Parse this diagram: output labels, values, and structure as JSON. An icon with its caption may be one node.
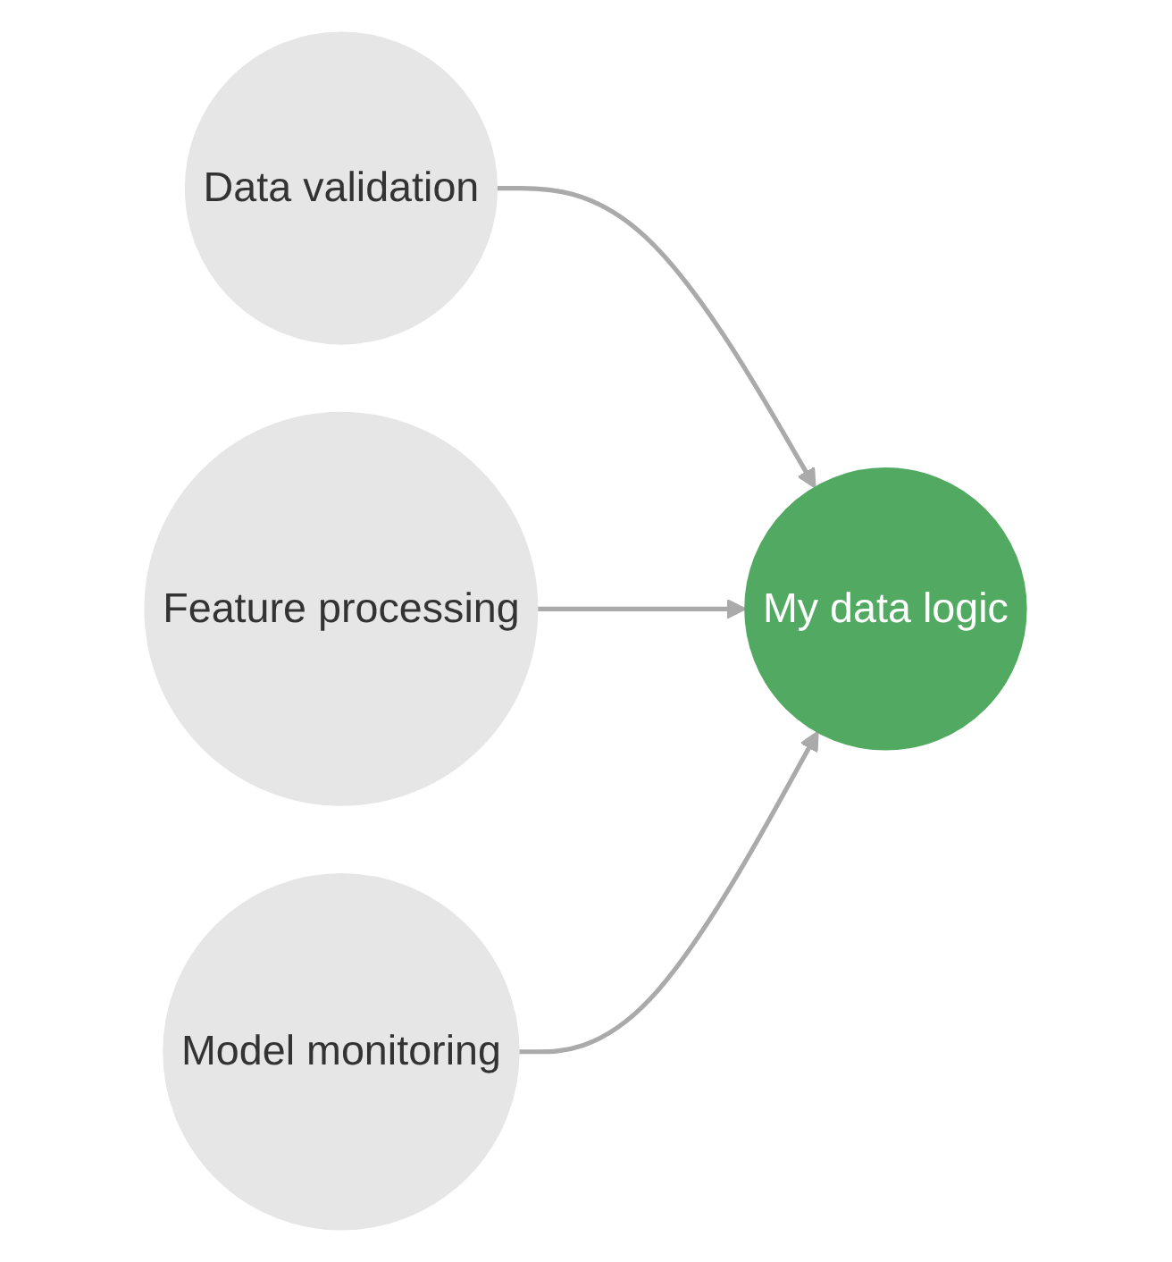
{
  "diagram": {
    "nodes": [
      {
        "text": [
          "Data validation"
        ]
      },
      {
        "text": [
          "Feature processing"
        ]
      },
      {
        "text": [
          "Model monitoring"
        ]
      },
      {
        "text": [
          "My data logic"
        ]
      }
    ],
    "edges": [
      {
        "from": 0,
        "to": 3,
        "arrow": "to"
      },
      {
        "from": 1,
        "to": 3,
        "arrow": "to"
      },
      {
        "from": 2,
        "to": 3,
        "arrow": "to"
      }
    ]
  }
}
